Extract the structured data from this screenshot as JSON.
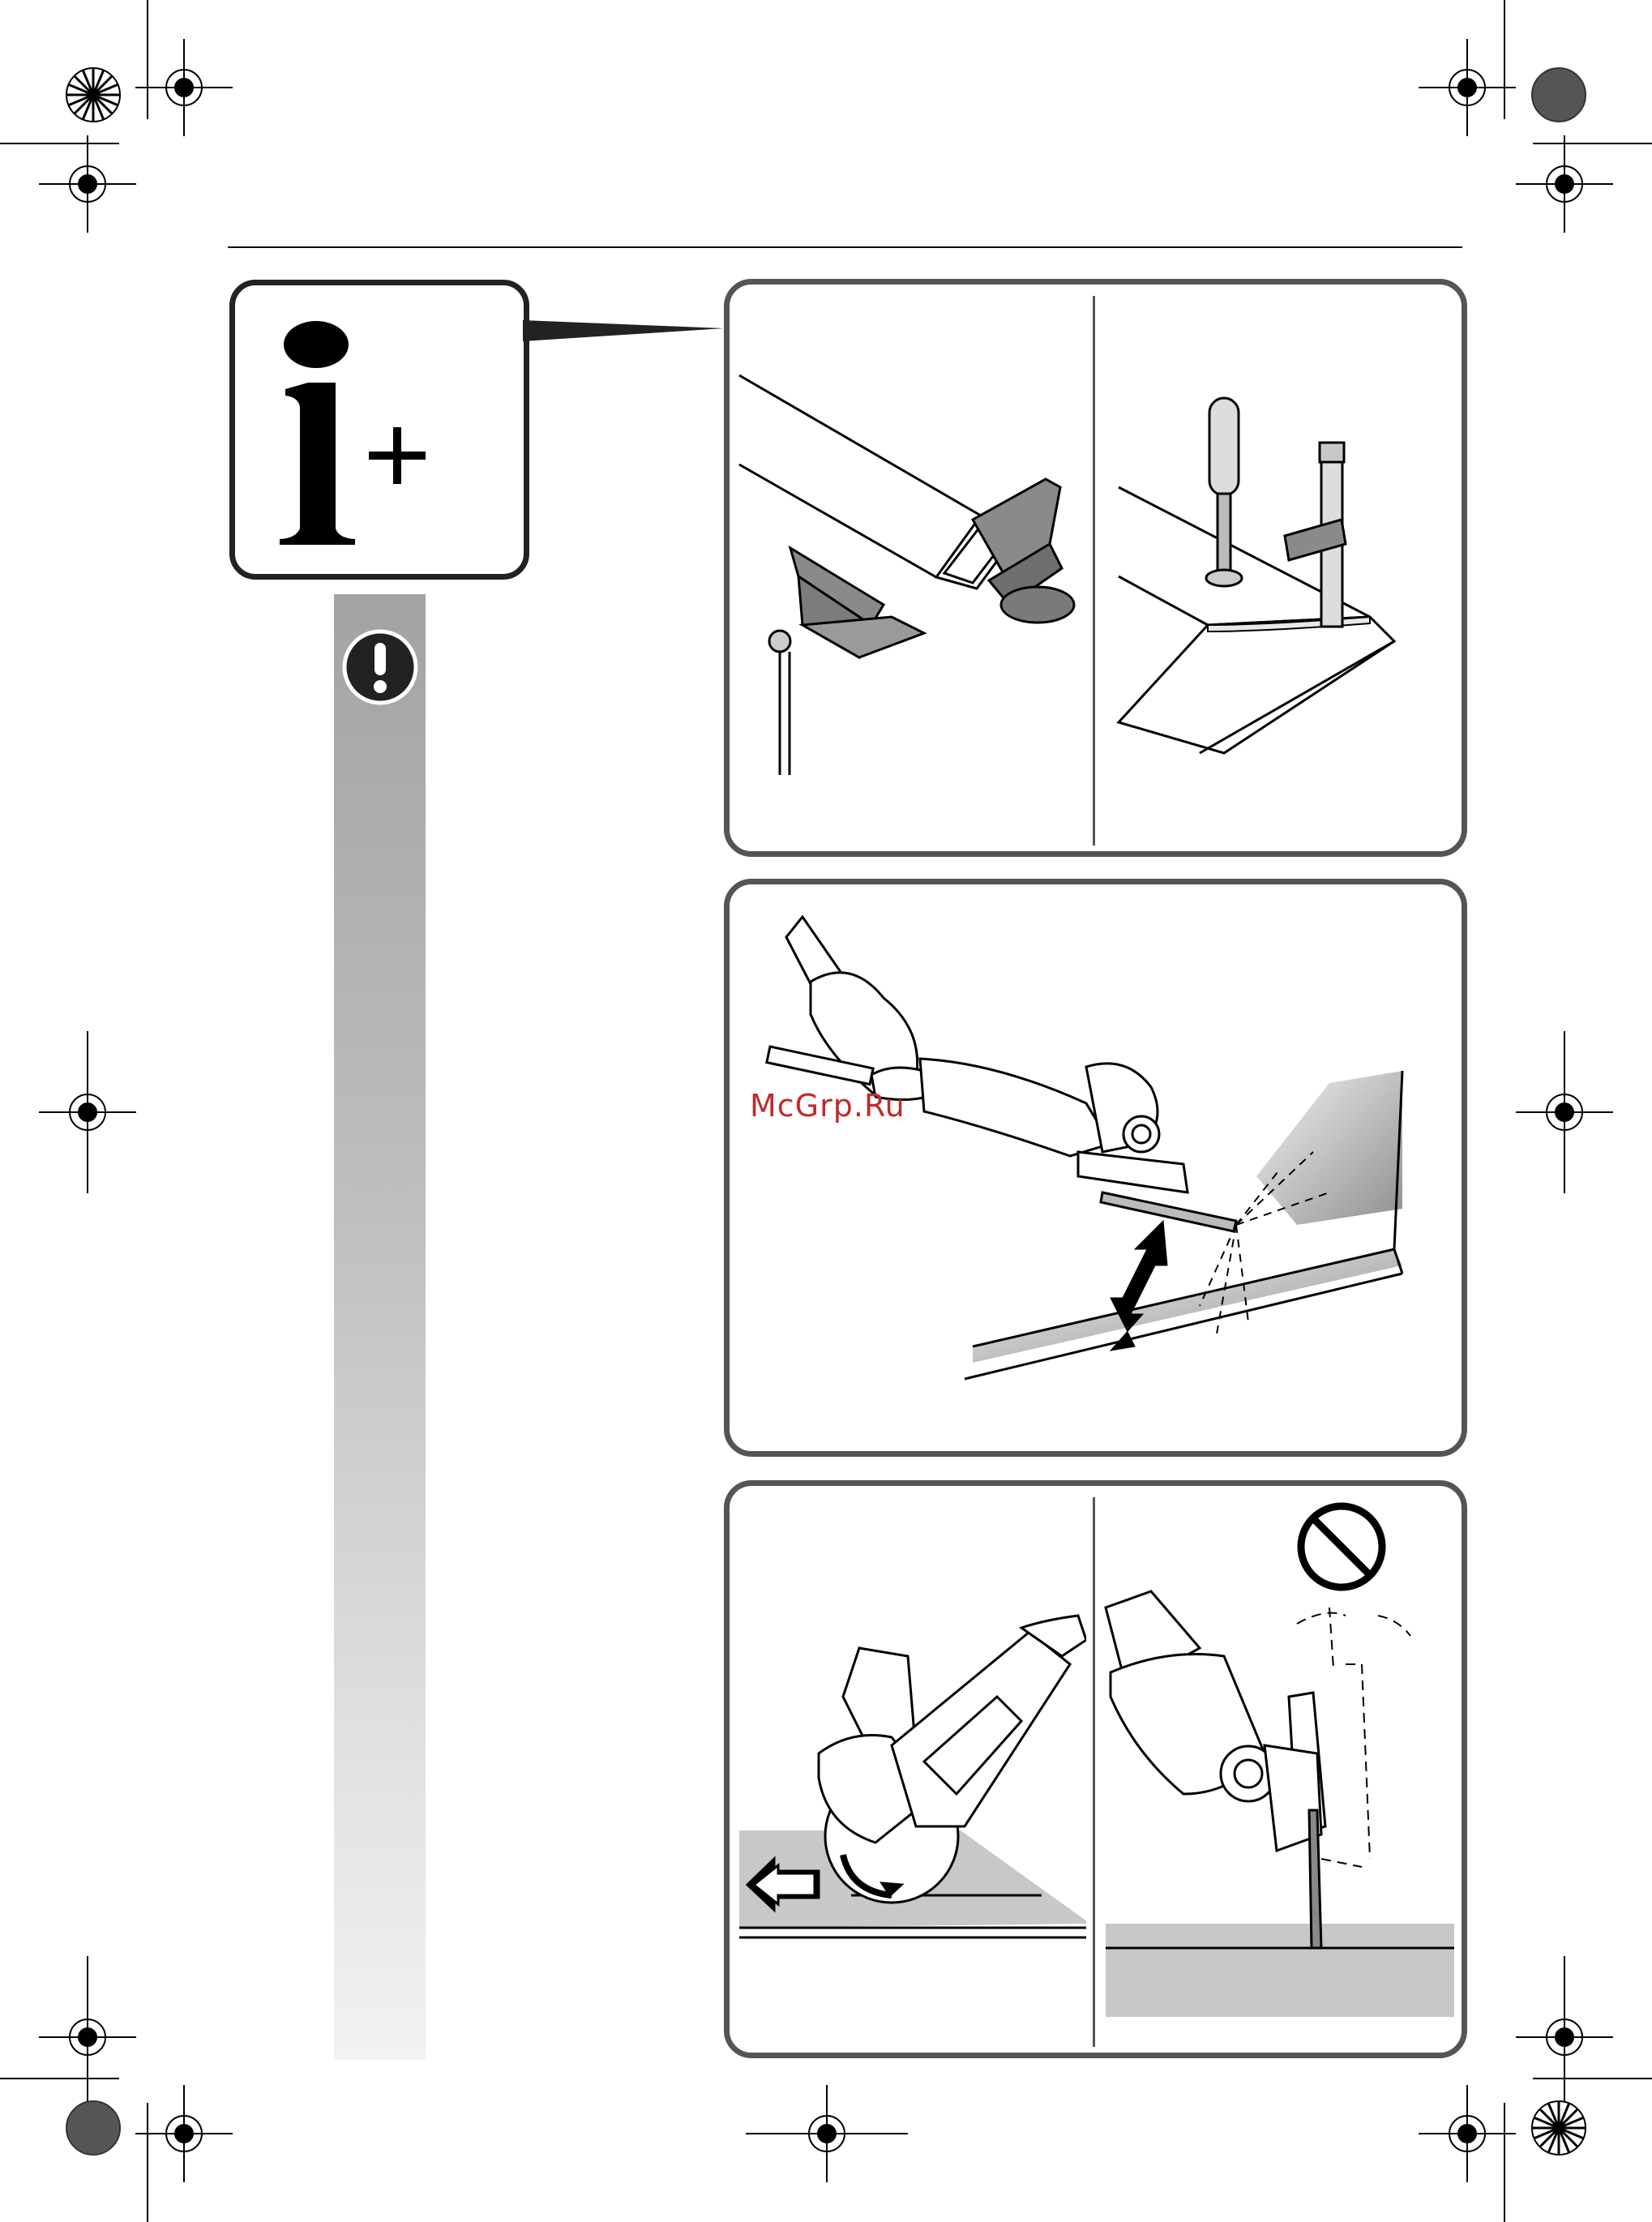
{
  "info_badge": {
    "icon": "info-plus-icon",
    "letter": "i",
    "plus": "+"
  },
  "warning": {
    "icon": "exclamation-icon",
    "symbol": "!"
  },
  "watermark": {
    "text": "McGrp.Ru",
    "color": "#c02a2a"
  },
  "colors": {
    "panel_border": "#555555",
    "bar_top": "#a3a3a3",
    "bar_bottom": "#f2f2f2"
  },
  "panels": [
    {
      "name": "clamping-panel",
      "frames": [
        "vise-illustration",
        "screw-clamp-illustration"
      ]
    },
    {
      "name": "grinding-angle-panel",
      "frames": [
        "angle-grinder-illustration"
      ]
    },
    {
      "name": "cutting-direction-panel",
      "frames": [
        "cut-direction-illustration",
        "no-tilting-illustration"
      ],
      "prohibition_icon": "prohibited-icon"
    }
  ]
}
